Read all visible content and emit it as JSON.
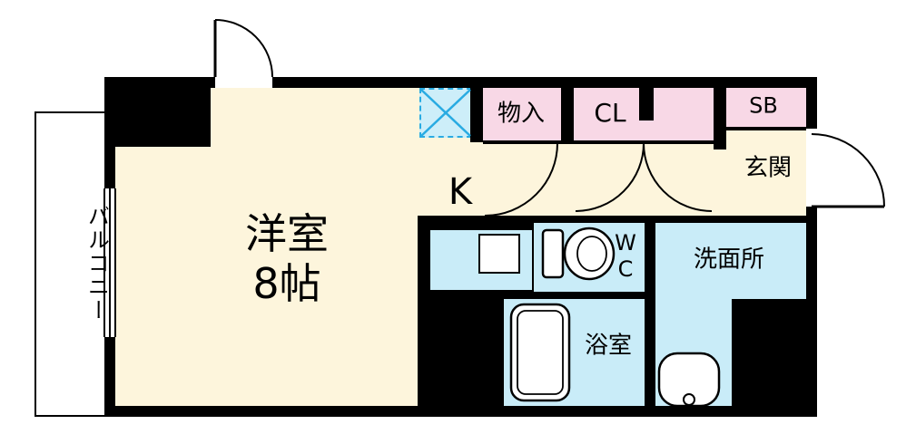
{
  "plan": {
    "type": "apartment-floor-plan",
    "rooms": {
      "balcony": {
        "label": "バルコニー"
      },
      "western_room": {
        "name": "洋室",
        "size": "8帖"
      },
      "kitchen": {
        "label": "K"
      },
      "storage": {
        "label": "物入"
      },
      "closet": {
        "label": "CL"
      },
      "shoe_box": {
        "label": "SB"
      },
      "entrance": {
        "label": "玄関"
      },
      "toilet": {
        "line1": "W",
        "line2": "C"
      },
      "washroom": {
        "label": "洗面所"
      },
      "bathroom": {
        "label": "浴室"
      }
    },
    "colors": {
      "wall": "#000000",
      "dry_floor": "#fdf5dc",
      "closet_floor": "#f8d8e6",
      "wet_floor": "#c9ecf8",
      "stove_hatch": "#29abe2",
      "background": "#ffffff"
    },
    "fixtures": {
      "stove": "stove-hatch-icon",
      "kitchen_counter": "kitchen-counter",
      "counter_sink": "counter-sink",
      "toilet": "toilet-icon",
      "bathtub": "bathtub-icon",
      "washbasin": "washbasin-icon",
      "doors": [
        "top-door-arc",
        "entry-door-arc",
        "storage-door-arc",
        "closet-double-door-arcs"
      ],
      "window": "balcony-window"
    }
  }
}
